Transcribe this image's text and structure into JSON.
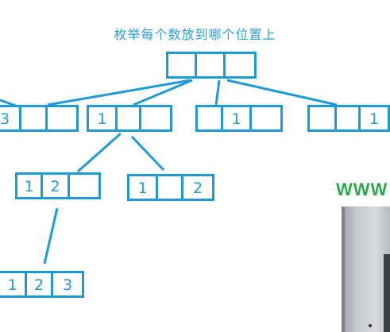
{
  "title": "枚举每个数放到哪个位置上",
  "watermark": "WWW",
  "colors": {
    "line": "#1e9ad6",
    "title": "#2a9fd6",
    "watermark": "#2da84a"
  },
  "boxes": {
    "root": [
      "",
      "",
      ""
    ],
    "l1_a": [
      "3",
      "",
      ""
    ],
    "l1_b": [
      "1",
      "",
      ""
    ],
    "l1_c": [
      "",
      "1",
      ""
    ],
    "l1_d": [
      "",
      "",
      "1"
    ],
    "l2_a": [
      "1",
      "2",
      ""
    ],
    "l2_b": [
      "1",
      "",
      "2"
    ],
    "l3_a": [
      "1",
      "2",
      "3"
    ]
  }
}
